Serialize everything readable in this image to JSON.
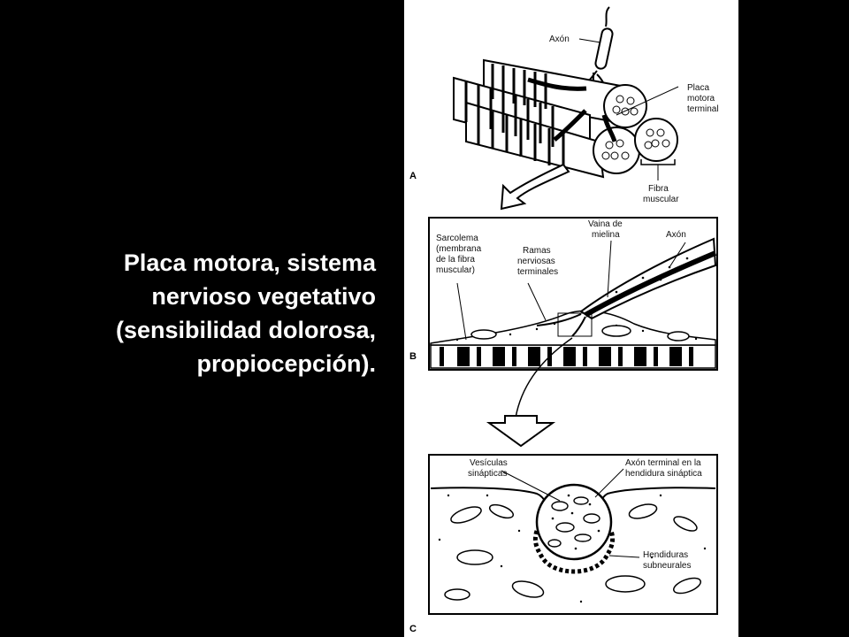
{
  "slide": {
    "caption_lines": [
      "Placa motora,    sistema",
      "nervioso vegetativo",
      "(sensibilidad dolorosa,",
      "propiocepción)."
    ]
  },
  "figure": {
    "panels": [
      {
        "letter": "A",
        "labels": {
          "axon": "Axón",
          "end_plate": "Placa\nmotora\nterminal",
          "fiber": "Fibra\nmuscular"
        }
      },
      {
        "letter": "B",
        "labels": {
          "sarcolemma": "Sarcolema\n(membrana\nde la fibra\nmuscular)",
          "branches": "Ramas\nnerviosas\nterminales",
          "myelin": "Vaina de\nmielina",
          "axon": "Axón"
        }
      },
      {
        "letter": "C",
        "labels": {
          "vesicles": "Vesículas\nsinápticas",
          "terminal": "Axón terminal en la\nhendidura sináptica",
          "clefts": "Hendiduras\nsubneurales"
        }
      }
    ]
  }
}
